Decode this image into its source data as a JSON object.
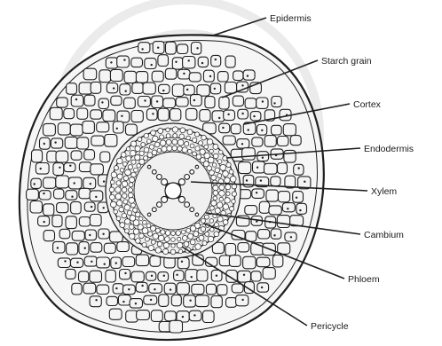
{
  "diagram": {
    "labels": [
      {
        "id": "epidermis",
        "text": "Epidermis"
      },
      {
        "id": "starch-grain",
        "text": "Starch grain"
      },
      {
        "id": "cortex",
        "text": "Cortex"
      },
      {
        "id": "endodermis",
        "text": "Endodermis"
      },
      {
        "id": "xylem",
        "text": "Xylem"
      },
      {
        "id": "cambium",
        "text": "Cambium"
      },
      {
        "id": "phloem",
        "text": "Phloem"
      },
      {
        "id": "pericycle",
        "text": "Pericycle"
      }
    ],
    "colors": {
      "ink": "#1f1f1f",
      "cell_fill": "#f4f4f4",
      "watermark": "#d9d9d9",
      "background": "#ffffff"
    }
  }
}
